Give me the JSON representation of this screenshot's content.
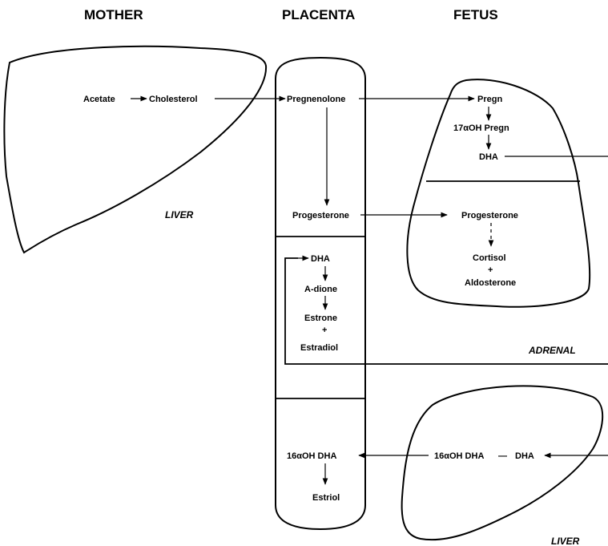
{
  "headers": {
    "mother": "MOTHER",
    "placenta": "PLACENTA",
    "fetus": "FETUS"
  },
  "mother": {
    "acetate": "Acetate",
    "cholesterol": "Cholesterol",
    "organ": "LIVER"
  },
  "placenta": {
    "pregnenolone": "Pregnenolone",
    "progesterone": "Progesterone",
    "dha": "DHA",
    "adione": "A-dione",
    "estrone": "Estrone",
    "plus": "+",
    "estradiol": "Estradiol",
    "oh16dha": "16αOH DHA",
    "estriol": "Estriol"
  },
  "fetus_adrenal": {
    "pregn": "Pregn",
    "oh17pregn": "17αOH Pregn",
    "dha": "DHA",
    "progesterone": "Progesterone",
    "cortisol": "Cortisol",
    "plus": "+",
    "aldosterone": "Aldosterone",
    "organ": "ADRENAL"
  },
  "fetus_liver": {
    "oh16dha": "16αOH DHA",
    "dash": "—",
    "dha": "DHA",
    "organ": "LIVER"
  }
}
